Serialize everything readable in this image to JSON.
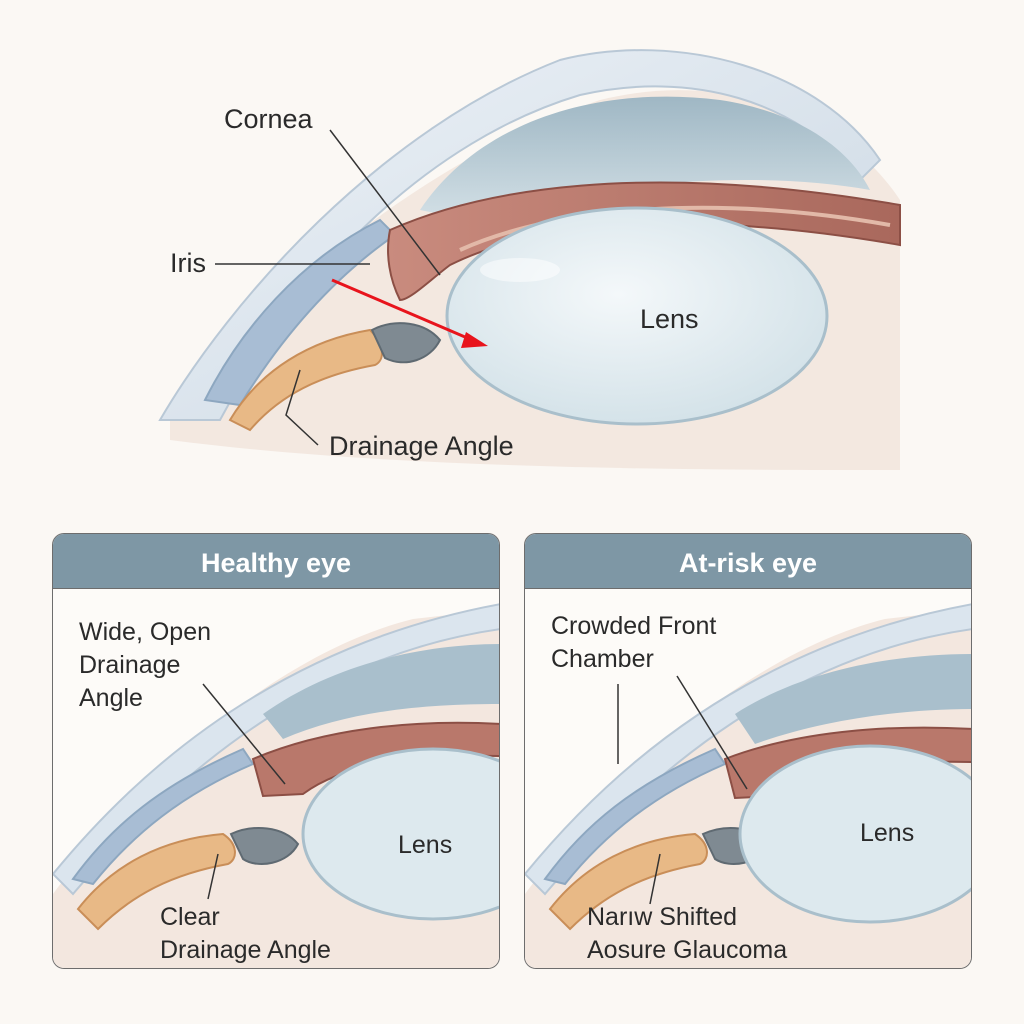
{
  "main_diagram": {
    "labels": {
      "cornea": "Cornea",
      "iris": "Iris",
      "lens": "Lens",
      "drainage_angle": "Drainage Angle"
    },
    "arrow_color": "#e8141c"
  },
  "panels": [
    {
      "title": "Healthy eye",
      "top_label": [
        "Wide, Open",
        "Drainage",
        "Angle"
      ],
      "lens": "Lens",
      "bottom_label": [
        "Clear",
        "Drainage Angle"
      ]
    },
    {
      "title": "At-risk eye",
      "top_label": [
        "Crowded Front",
        "Chamber"
      ],
      "lens": "Lens",
      "bottom_label": [
        "Narıw Shifted",
        "Aosure Glaucoma"
      ]
    }
  ],
  "colors": {
    "header": "#7e97a5",
    "cornea": "#c7d6e3",
    "iris": "#b7786c",
    "lens": "#dde9ee",
    "ciliary": "#e8b986"
  }
}
